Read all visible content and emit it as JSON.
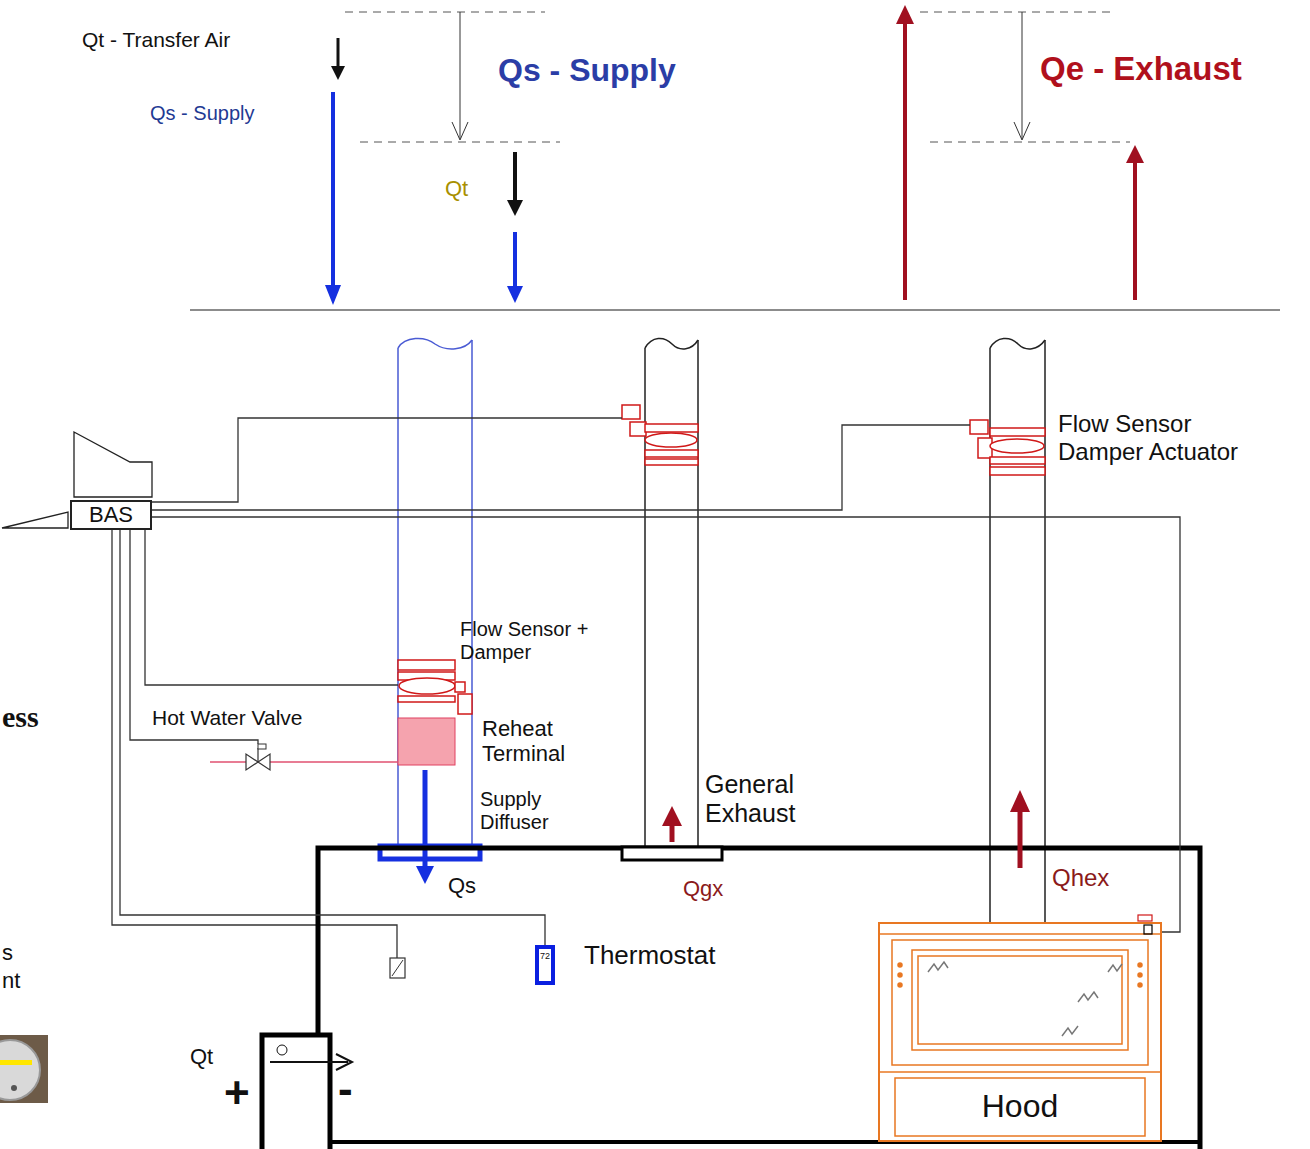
{
  "diagram": {
    "nodes": [
      {
        "text": [
          "BAS"
        ]
      },
      {
        "text": [
          "72",
          "Thermostat"
        ]
      },
      {
        "text": [
          "Hood"
        ]
      }
    ],
    "edges": [
      {
        "from": 0,
        "to": 1,
        "arrow": "none"
      },
      {
        "from": 0,
        "to": 2,
        "arrow": "none"
      }
    ],
    "labels": [
      "Qt - Transfer Air",
      "Qs - Supply",
      "Qs - Supply",
      "Qe - Exhaust",
      "Qt",
      "Flow Sensor Damper Actuator",
      "Flow Sensor + Damper",
      "ess",
      "Hot Water Valve",
      "Reheat Terminal",
      "Supply Diffuser",
      "General Exhaust",
      "Qs",
      "Qgx",
      "Qhex",
      "s",
      "nt",
      "Qt",
      "+",
      "-"
    ]
  }
}
